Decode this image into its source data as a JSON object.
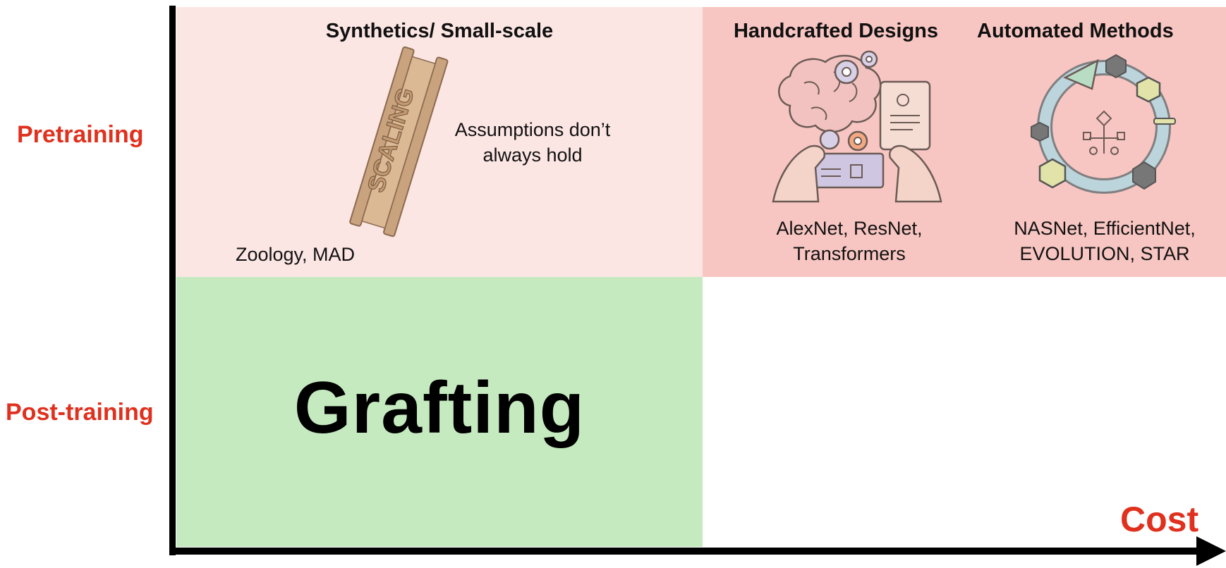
{
  "rows": {
    "pretraining": "Pretraining",
    "post_training": "Post-training"
  },
  "columns": {
    "synthetics": "Synthetics/ Small-scale",
    "handcrafted": "Handcrafted Designs",
    "automated": "Automated Methods"
  },
  "cells": {
    "synthetics": {
      "note": "Assumptions don’t always hold",
      "examples": "Zoology, MAD",
      "ladder_text": "SCALING"
    },
    "handcrafted": {
      "examples_line1": "AlexNet, ResNet,",
      "examples_line2": "Transformers"
    },
    "automated": {
      "examples_line1": "NASNet, EfficientNet,",
      "examples_line2": "EVOLUTION, STAR"
    },
    "grafting": "Grafting"
  },
  "axis": {
    "x_label": "Cost"
  },
  "icons": [
    "scaling-ladder-icon",
    "brain-gears-icon",
    "automation-cycle-icon"
  ],
  "colors": {
    "label_red": "#e0301e",
    "cell_light_pink": "#fce6e4",
    "cell_pink": "#f8c6c2",
    "cell_green": "#c5eac0"
  }
}
